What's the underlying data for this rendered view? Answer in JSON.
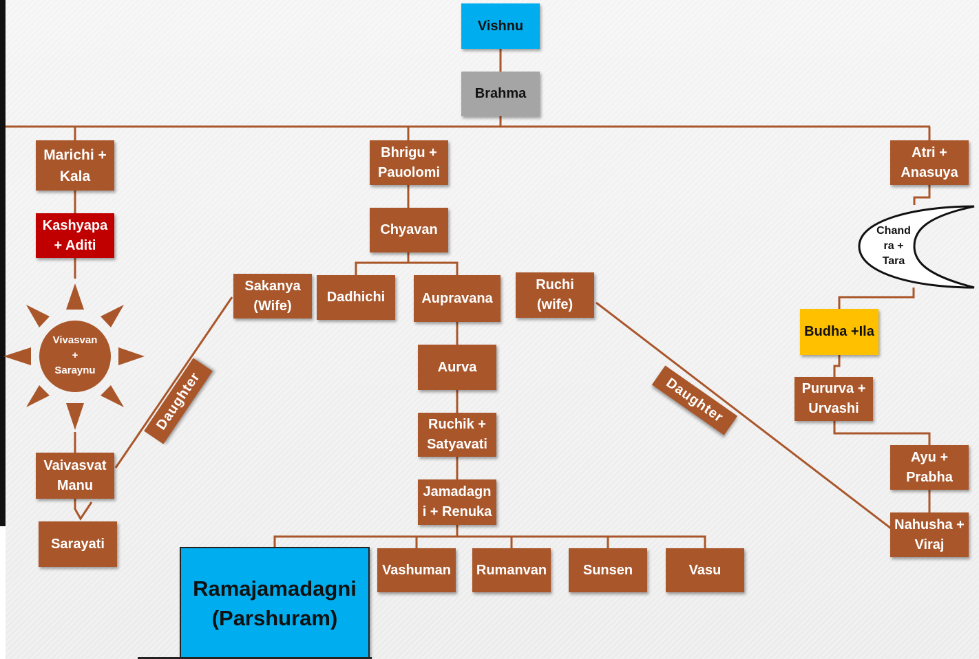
{
  "nodes": {
    "vishnu": "Vishnu",
    "brahma": "Brahma",
    "marichi": "Marichi +\nKala",
    "kashyapa": "Kashyapa\n+ Aditi",
    "vivasvan": "Vivasvan\n+\nSaraynu",
    "vaivasvat": "Vaivasvat\nManu",
    "sarayati": "Sarayati",
    "bhrigu": "Bhrigu +\nPauolomi",
    "chyavan": "Chyavan",
    "sakanya": "Sakanya\n(Wife)",
    "dadhichi": "Dadhichi",
    "aupravana": "Aupravana",
    "ruchi": "Ruchi\n(wife)",
    "aurva": "Aurva",
    "ruchik": "Ruchik +\nSatyavati",
    "jamadagni": "Jamadagn\ni + Renuka",
    "parshuram": "Ramajamadagni\n(Parshuram)",
    "vashuman": "Vashuman",
    "rumanvan": "Rumanvan",
    "sunsen": "Sunsen",
    "vasu": "Vasu",
    "atri": "Atri +\nAnasuya",
    "chandra": "Chand\nra +\nTara",
    "budha": "Budha +Ila",
    "pururva": "Pururva +\nUrvashi",
    "ayu": "Ayu +\nPrabha",
    "nahusha": "Nahusha +\nViraj"
  },
  "labels": {
    "daughter_left": "Daughter",
    "daughter_right": "Daughter"
  },
  "colors": {
    "node": "#a9562a",
    "vishnu": "#00aeef",
    "brahma": "#a5a5a5",
    "kashyapa": "#c00000",
    "budha": "#ffc000",
    "parshuram": "#00aeef",
    "connector": "#a9562a"
  }
}
